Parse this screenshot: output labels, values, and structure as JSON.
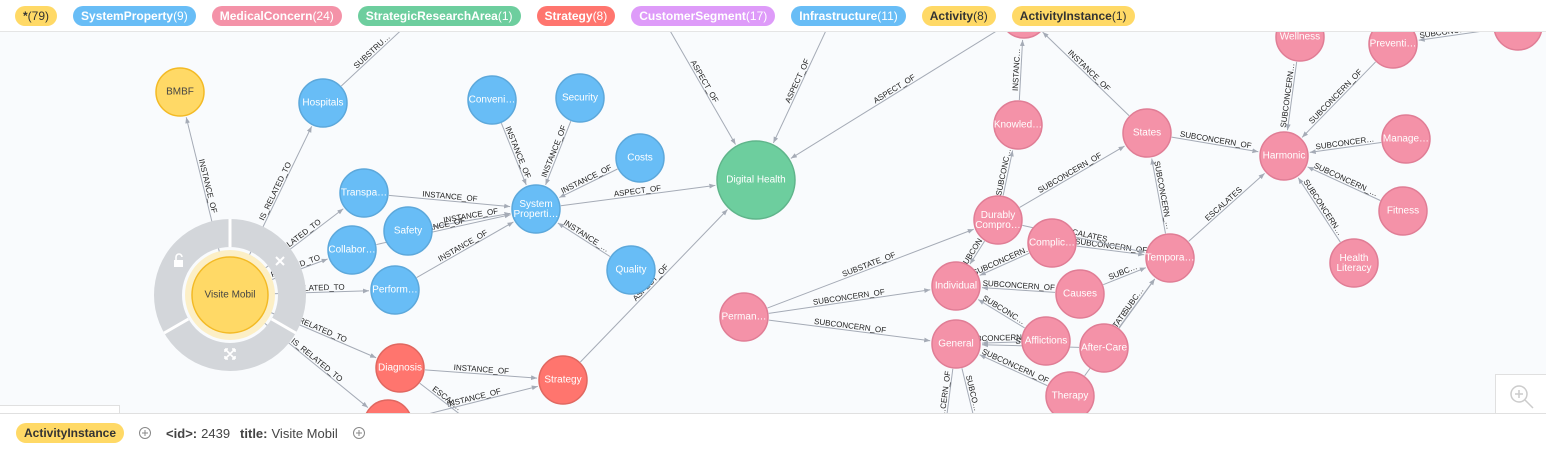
{
  "tags": [
    {
      "label": "*",
      "count": "(79)",
      "bg": "#ffd966",
      "fg": "#333333"
    },
    {
      "label": "SystemProperty",
      "count": "(9)",
      "bg": "#68bdf6",
      "fg": "#ffffff"
    },
    {
      "label": "MedicalConcern",
      "count": "(24)",
      "bg": "#f492a8",
      "fg": "#ffffff"
    },
    {
      "label": "StrategicResearchArea",
      "count": "(1)",
      "bg": "#6dce9e",
      "fg": "#ffffff"
    },
    {
      "label": "Strategy",
      "count": "(8)",
      "bg": "#ff756e",
      "fg": "#ffffff"
    },
    {
      "label": "CustomerSegment",
      "count": "(17)",
      "bg": "#de9bf9",
      "fg": "#ffffff"
    },
    {
      "label": "Infrastructure",
      "count": "(11)",
      "bg": "#68bdf6",
      "fg": "#ffffff"
    },
    {
      "label": "Activity",
      "count": "(8)",
      "bg": "#ffd966",
      "fg": "#333333"
    },
    {
      "label": "ActivityInstance",
      "count": "(1)",
      "bg": "#ffd966",
      "fg": "#333333"
    }
  ],
  "colors": {
    "blue": "#68bdf6",
    "blue_stroke": "#5ca8db",
    "pink": "#f492a8",
    "pink_stroke": "#e07d95",
    "green": "#6dce9e",
    "green_stroke": "#60b58b",
    "red": "#ff756e",
    "red_stroke": "#e06760",
    "yellow": "#ffd966",
    "yellow_stroke": "#f3ba25",
    "edge": "#a5abb6"
  },
  "nodes": [
    {
      "id": "bmbf",
      "label": "BMBF",
      "type": "yellow"
    },
    {
      "id": "visite",
      "label": "Visite Mobil",
      "type": "yellow"
    },
    {
      "id": "hospitals",
      "label": "Hospitals",
      "type": "blue"
    },
    {
      "id": "conveni",
      "label": "Conveni…",
      "type": "blue"
    },
    {
      "id": "security",
      "label": "Security",
      "type": "blue"
    },
    {
      "id": "costs",
      "label": "Costs",
      "type": "blue"
    },
    {
      "id": "transpa",
      "label": "Transpa…",
      "type": "blue"
    },
    {
      "id": "safety",
      "label": "Safety",
      "type": "blue"
    },
    {
      "id": "collabor",
      "label": "Collabor…",
      "type": "blue"
    },
    {
      "id": "perform",
      "label": "Perform…",
      "type": "blue"
    },
    {
      "id": "sysprop",
      "label": "System Properti…",
      "type": "blue"
    },
    {
      "id": "quality",
      "label": "Quality",
      "type": "blue"
    },
    {
      "id": "digital",
      "label": "Digital Health",
      "type": "green"
    },
    {
      "id": "diagnosis",
      "label": "Diagnosis",
      "type": "red"
    },
    {
      "id": "strategy",
      "label": "Strategy",
      "type": "red"
    },
    {
      "id": "perman",
      "label": "Perman…",
      "type": "pink"
    },
    {
      "id": "knowled",
      "label": "Knowled…",
      "type": "pink"
    },
    {
      "id": "states",
      "label": "States",
      "type": "pink"
    },
    {
      "id": "durably",
      "label": "Durably Compro…",
      "type": "pink"
    },
    {
      "id": "complic",
      "label": "Complic…",
      "type": "pink"
    },
    {
      "id": "individual",
      "label": "Individual",
      "type": "pink"
    },
    {
      "id": "causes",
      "label": "Causes",
      "type": "pink"
    },
    {
      "id": "tempora",
      "label": "Tempora…",
      "type": "pink"
    },
    {
      "id": "general",
      "label": "General",
      "type": "pink"
    },
    {
      "id": "afflictions",
      "label": "Afflictions",
      "type": "pink"
    },
    {
      "id": "aftercare",
      "label": "After-Care",
      "type": "pink"
    },
    {
      "id": "therapy",
      "label": "Therapy",
      "type": "pink"
    },
    {
      "id": "wellness",
      "label": "Wellness",
      "type": "pink"
    },
    {
      "id": "preventi",
      "label": "Preventi…",
      "type": "pink"
    },
    {
      "id": "harmonic",
      "label": "Harmonic",
      "type": "pink"
    },
    {
      "id": "manage",
      "label": "Manage…",
      "type": "pink"
    },
    {
      "id": "fitness",
      "label": "Fitness",
      "type": "pink"
    },
    {
      "id": "health",
      "label": "Health Literacy",
      "type": "pink"
    },
    {
      "id": "topright",
      "label": "Preventi…",
      "type": "pink"
    },
    {
      "id": "toppink",
      "label": "",
      "type": "pink"
    },
    {
      "id": "redbottom",
      "label": "",
      "type": "red"
    }
  ],
  "edges": [
    {
      "from": "visite",
      "to": "bmbf",
      "label": "INSTANCE_OF"
    },
    {
      "from": "visite",
      "to": "hospitals",
      "label": "IS_RELATED_TO"
    },
    {
      "from": "visite",
      "to": "transpa",
      "label": "RELATED_TO"
    },
    {
      "from": "visite",
      "to": "collabor",
      "label": "RELATED_TO"
    },
    {
      "from": "visite",
      "to": "perform",
      "label": "RELATED_TO"
    },
    {
      "from": "visite",
      "to": "diagnosis",
      "label": "RELATED_TO"
    },
    {
      "from": "visite",
      "to": "redbottom",
      "label": "IS_RELATED_TO"
    },
    {
      "from": "hospitals",
      "to": "topA",
      "label": "SUBSTRU…"
    },
    {
      "from": "conveni",
      "to": "sysprop",
      "label": "INSTANCE_OF"
    },
    {
      "from": "security",
      "to": "sysprop",
      "label": "INSTANCE_OF"
    },
    {
      "from": "costs",
      "to": "sysprop",
      "label": "INSTANCE_OF"
    },
    {
      "from": "transpa",
      "to": "sysprop",
      "label": "INSTANCE_OF"
    },
    {
      "from": "safety",
      "to": "sysprop",
      "label": "INSTANCE_OF"
    },
    {
      "from": "collabor",
      "to": "sysprop",
      "label": "…ANCE_OF"
    },
    {
      "from": "perform",
      "to": "sysprop",
      "label": "INSTANCE_OF"
    },
    {
      "from": "quality",
      "to": "sysprop",
      "label": "INSTANCE_…"
    },
    {
      "from": "sysprop",
      "to": "digital",
      "label": "ASPECT_OF"
    },
    {
      "from": "strategy",
      "to": "digital",
      "label": "ASPECT_OF"
    },
    {
      "from": "topB",
      "to": "digital",
      "label": "ASPECT_OF"
    },
    {
      "from": "topC",
      "to": "digital",
      "label": "ASPECT_OF"
    },
    {
      "from": "toppink",
      "to": "digital",
      "label": "ASPECT_OF"
    },
    {
      "from": "diagnosis",
      "to": "strategy",
      "label": "INSTANCE_OF"
    },
    {
      "from": "redbottom",
      "to": "strategy",
      "label": "INSTANCE_OF"
    },
    {
      "from": "diagnosis",
      "to": "redbottom2",
      "label": "ESCAL…"
    },
    {
      "from": "perman",
      "to": "individual",
      "label": "SUBCONCERN_OF"
    },
    {
      "from": "perman",
      "to": "general",
      "label": "SUBCONCERN_OF"
    },
    {
      "from": "perman",
      "to": "durably",
      "label": "SUBSTATE_OF"
    },
    {
      "from": "knowled",
      "to": "toppink",
      "label": "INSTANC…"
    },
    {
      "from": "states",
      "to": "toppink",
      "label": "INSTANCE_OF"
    },
    {
      "from": "durably",
      "to": "states",
      "label": "SUBCONCERN_OF"
    },
    {
      "from": "durably",
      "to": "knowled",
      "label": "SUBCONC…"
    },
    {
      "from": "tempora",
      "to": "states",
      "label": "SUBCONCERN_…"
    },
    {
      "from": "tempora",
      "to": "harmonic",
      "label": "ESCALATES"
    },
    {
      "from": "complic",
      "to": "tempora",
      "label": "SUBCONCERN_OF"
    },
    {
      "from": "durably",
      "to": "tempora",
      "label": "ESCALATES"
    },
    {
      "from": "durably",
      "to": "individual",
      "label": "SUBCON…"
    },
    {
      "from": "causes",
      "to": "individual",
      "label": "SUBCONCERN_OF"
    },
    {
      "from": "causes",
      "to": "tempora",
      "label": "SUBC…"
    },
    {
      "from": "afflictions",
      "to": "general",
      "label": "SUBCONCERN_OF"
    },
    {
      "from": "afflictions",
      "to": "individual",
      "label": "SUBCONC…"
    },
    {
      "from": "aftercare",
      "to": "tempora",
      "label": "SUBC…"
    },
    {
      "from": "aftercare",
      "to": "general",
      "label": "SUBC…"
    },
    {
      "from": "therapy",
      "to": "general",
      "label": "SUBCONCERN_OF"
    },
    {
      "from": "therapy",
      "to": "tempora",
      "label": "SUBSTATE…"
    },
    {
      "from": "complic",
      "to": "individual",
      "label": "SUBCONCERN…"
    },
    {
      "from": "general",
      "to": "bottom1",
      "label": "…CERN_OF"
    },
    {
      "from": "general",
      "to": "bottom2",
      "label": "SUBCO…"
    },
    {
      "from": "states",
      "to": "harmonic",
      "label": "SUBCONCERN_OF"
    },
    {
      "from": "wellness",
      "to": "harmonic",
      "label": "SUBCONCERN…"
    },
    {
      "from": "preventi",
      "to": "harmonic",
      "label": "SUBCONCERN_OF"
    },
    {
      "from": "manage",
      "to": "harmonic",
      "label": "SUBCONCER…"
    },
    {
      "from": "fitness",
      "to": "harmonic",
      "label": "SUBCONCERN_…"
    },
    {
      "from": "health",
      "to": "harmonic",
      "label": "SUBCONCERN…"
    },
    {
      "from": "topright",
      "to": "preventi",
      "label": "SUBCONCERN_OF"
    }
  ],
  "status": {
    "badge": "ActivityInstance",
    "id_key": "<id>:",
    "id_val": "2439",
    "title_key": "title:",
    "title_val": "Visite Mobil"
  }
}
